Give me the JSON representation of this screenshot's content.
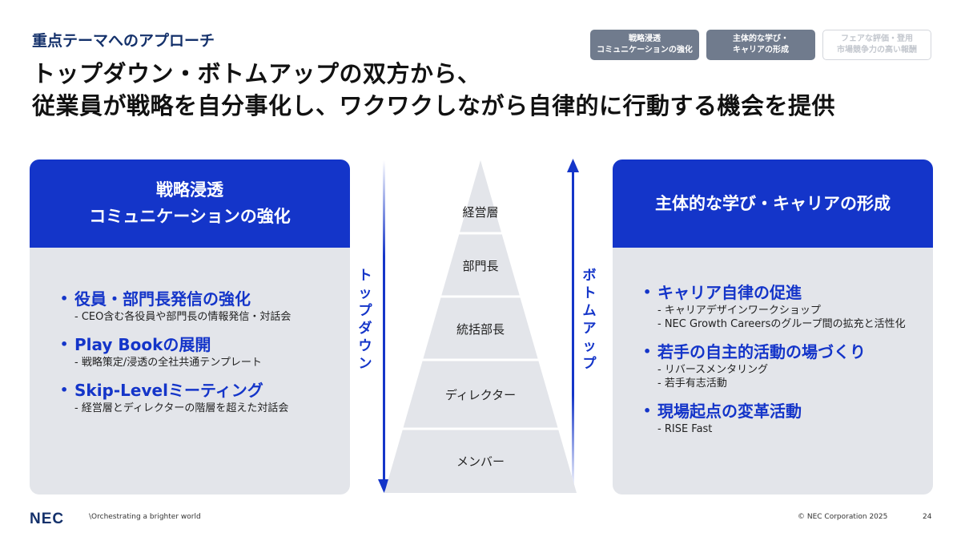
{
  "header": {
    "subtitle": "重点テーマへのアプローチ",
    "headline": "トップダウン・ボトムアップの双方から、\n従業員が戦略を自分事化し、ワクワクしながら自律的に行動する機会を提供"
  },
  "tags": [
    {
      "label": "戦略浸透\nコミュニケーションの強化",
      "state": "active"
    },
    {
      "label": "主体的な学び・\nキャリアの形成",
      "state": "active"
    },
    {
      "label": "フェアな評価・登用\n市場競争力の高い報酬",
      "state": "inactive"
    }
  ],
  "left_panel": {
    "title": "戦略浸透\nコミュニケーションの強化",
    "items": [
      {
        "title": "役員・部門長発信の強化",
        "subs": [
          "- CEO含む各役員や部門長の情報発信・対話会"
        ]
      },
      {
        "title": "Play Bookの展開",
        "subs": [
          "- 戦略策定/浸透の全社共通テンプレート"
        ]
      },
      {
        "title": "Skip-Levelミーティング",
        "subs": [
          "- 経営層とディレクターの階層を超えた対話会"
        ]
      }
    ]
  },
  "right_panel": {
    "title": "主体的な学び・キャリアの形成",
    "items": [
      {
        "title": "キャリア自律の促進",
        "subs": [
          "- キャリアデザインワークショップ",
          "- NEC Growth Careersのグループ間の拡充と活性化"
        ]
      },
      {
        "title": "若手の自主的活動の場づくり",
        "subs": [
          "- リバースメンタリング",
          "- 若手有志活動"
        ]
      },
      {
        "title": "現場起点の変革活動",
        "subs": [
          "- RISE Fast"
        ]
      }
    ]
  },
  "center": {
    "topdown_label": "トップダウン",
    "bottomup_label": "ボトムアップ",
    "pyramid_levels": [
      "経営層",
      "部門長",
      "統括部長",
      "ディレクター",
      "メンバー"
    ]
  },
  "colors": {
    "accent_blue": "#1435c9",
    "panel_bg": "#e3e5ea",
    "pyramid_fill": "#e3e5ea",
    "tag_active": "#707b8d"
  },
  "footer": {
    "logo": "NEC",
    "tagline": "\\Orchestrating a brighter world",
    "copyright": "© NEC Corporation 2025",
    "page": "24"
  }
}
